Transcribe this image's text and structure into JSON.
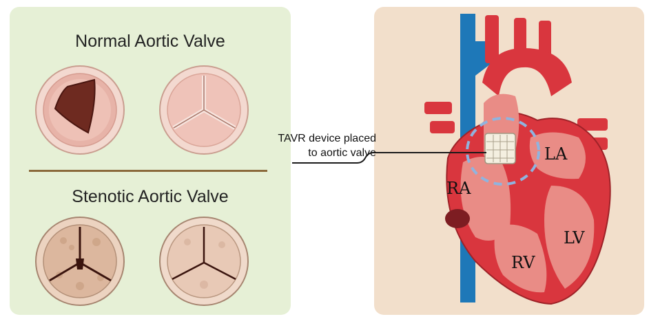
{
  "normal_title": "Normal Aortic Valve",
  "stenotic_title": "Stenotic Aortic Valve",
  "callout": {
    "line1": "TAVR device placed",
    "line2": "to aortic valve"
  },
  "chambers": {
    "ra": "RA",
    "la": "LA",
    "lv": "LV",
    "rv": "RV"
  },
  "colors": {
    "left_panel": "#e6f0d6",
    "right_panel": "#f2dfcb",
    "divider": "#8b6a3c",
    "vena_cava": "#1e78b8",
    "heart_red": "#d9363e",
    "heart_inner": "#e98c86",
    "tavr_ring": "#8fb4df"
  }
}
